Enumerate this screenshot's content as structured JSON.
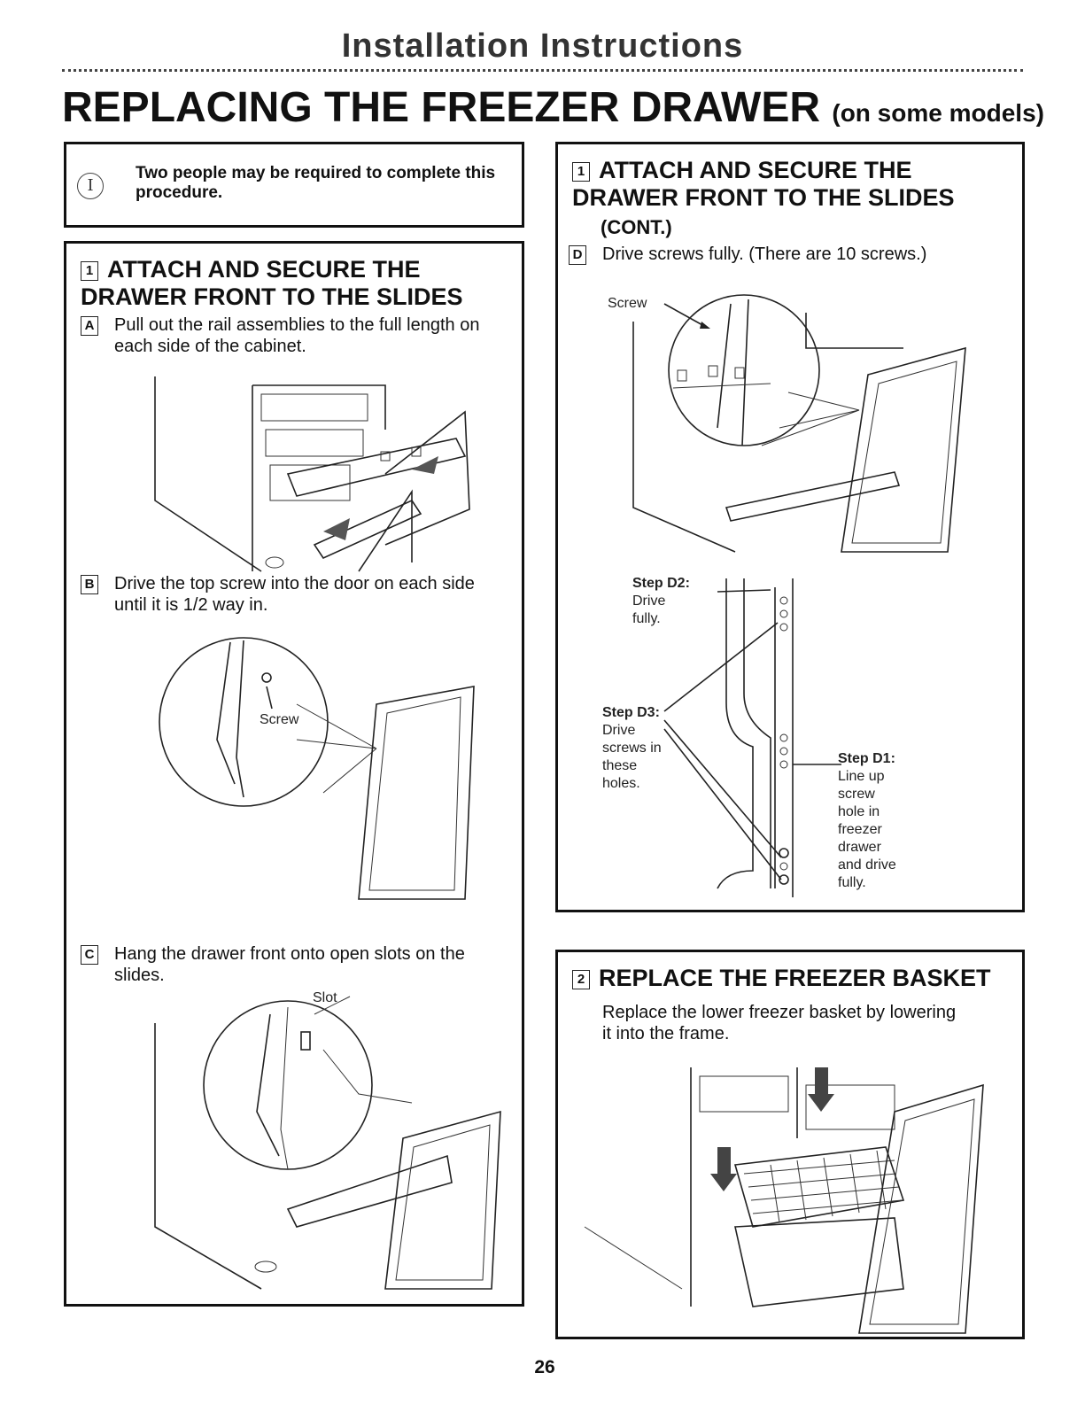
{
  "header": {
    "title": "Installation Instructions"
  },
  "section": {
    "title": "REPLACING THE FREEZER DRAWER",
    "subtitle": "(on some models)"
  },
  "note": {
    "icon": "info-circle-icon",
    "text": "Two people may be required to complete this procedure."
  },
  "step1": {
    "number": "1",
    "title": "ATTACH AND SECURE THE DRAWER FRONT TO THE SLIDES",
    "substeps": [
      {
        "letter": "A",
        "text": "Pull out the rail assemblies to the full length on each side of the cabinet."
      },
      {
        "letter": "B",
        "text": "Drive the top screw into the door on each side until it is 1/2 way in."
      },
      {
        "letter": "C",
        "text": "Hang the drawer front onto open slots on the slides."
      }
    ],
    "labels": {
      "screw": "Screw",
      "slot": "Slot"
    }
  },
  "step1cont": {
    "number": "1",
    "title": "ATTACH AND SECURE THE DRAWER FRONT TO THE SLIDES",
    "cont": "(CONT.)",
    "substep": {
      "letter": "D",
      "text": "Drive screws fully. (There are 10 screws.)"
    },
    "labels": {
      "screw": "Screw",
      "d2_title": "Step D2:",
      "d2_text": "Drive fully.",
      "d3_title": "Step D3:",
      "d3_text": "Drive screws in these holes.",
      "d1_title": "Step D1:",
      "d1_text": "Line up screw hole in freezer drawer and drive fully."
    }
  },
  "step2": {
    "number": "2",
    "title": "REPLACE THE FREEZER BASKET",
    "text": "Replace the lower freezer basket by lowering it into the frame."
  },
  "footer": {
    "page_number": "26"
  }
}
